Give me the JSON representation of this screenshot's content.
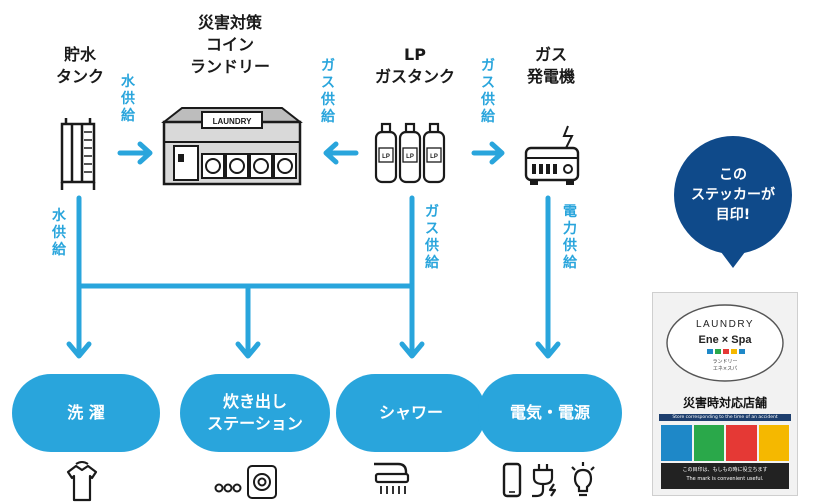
{
  "nodes": {
    "tank": {
      "label": "貯水\nタンク"
    },
    "laundry": {
      "label": "災害対策\nコイン\nランドリー",
      "sign": "LAUNDRY"
    },
    "lp": {
      "label": "LP\nガスタンク",
      "cyl": "LP"
    },
    "generator": {
      "label": "ガス\n発電機"
    }
  },
  "flows": {
    "water_to_laundry": "水供給",
    "gas_to_laundry": "ガス供給",
    "gas_to_generator": "ガス供給",
    "tank_down": "水供給",
    "lp_down": "ガス供給",
    "power_down": "電力供給"
  },
  "outputs": [
    {
      "label": "洗 濯"
    },
    {
      "label": "炊き出し\nステーション"
    },
    {
      "label": "シャワー"
    },
    {
      "label": "電気・電源"
    }
  ],
  "callout": {
    "text": "この\nステッカーが\n目印!"
  },
  "sticker": {
    "brand": "LAUNDRY",
    "brand_sub": "Ene × Spa",
    "jp_small": "ランドリー\nエネ×スパ",
    "title": "災害時対応店舗",
    "subtitle": "Store corresponding to the time of an accident",
    "note_jp": "この目印は、もしもの時に役立ちます",
    "note_en": "The mark is convenient useful.",
    "colors": [
      "#1e88c8",
      "#2aa84a",
      "#e53935",
      "#f5b800"
    ]
  },
  "colors": {
    "accent": "#29a5dc",
    "callout": "#0f4a8a",
    "dark": "#1a1a1a"
  }
}
